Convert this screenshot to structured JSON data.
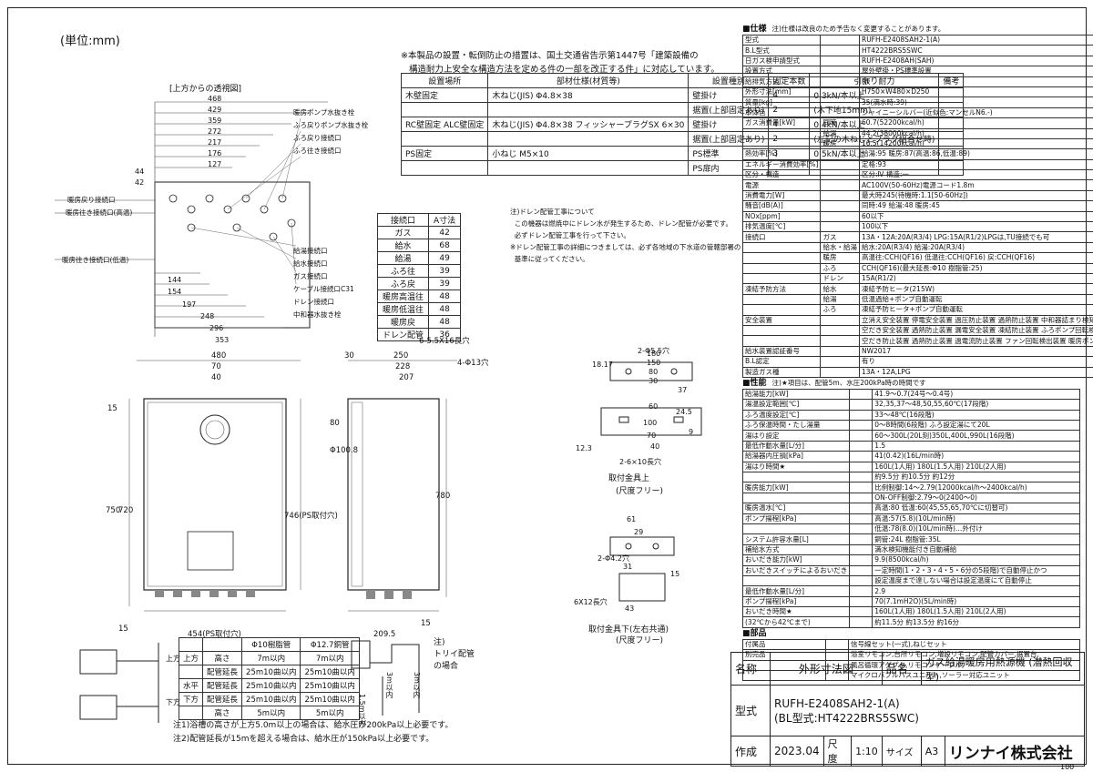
{
  "unit": "(単位:mm)",
  "top_note": "※本製品の設置・転倒防止の措置は、国土交通省告示第1447号「建築設備の\n   構造耐力上安全な構造方法を定める件の一部を改正する件」に対応しています。",
  "fix_table": {
    "headers": [
      "設置場所",
      "部材仕様(材質等)",
      "設置種別",
      "固定本数",
      "引張り耐力",
      "備考"
    ],
    "rows": [
      [
        "木壁固定",
        "木ねじ(JIS) Φ4.8×38",
        "壁掛け",
        "4",
        "0.3kN/本以上",
        ""
      ],
      [
        "",
        "",
        "据置(上部固定あり)",
        "2",
        "(木下地15mm)",
        ""
      ],
      [
        "RC壁固定 ALC壁固定",
        "木ねじ(JIS) Φ4.8×38 フィッシャープラグSX 6×30",
        "壁掛け",
        "4",
        "0.4kN/本以上",
        ""
      ],
      [
        "",
        "",
        "据置(上部固定あり)",
        "2",
        "(左記の木ねじとプラグ組合せ時)",
        ""
      ],
      [
        "PS固定",
        "小ねじ M5×10",
        "PS標準",
        "3",
        "0.5kN/本以上",
        ""
      ],
      [
        "",
        "",
        "PS扉内",
        "",
        "",
        ""
      ]
    ]
  },
  "conn_table": {
    "headers": [
      "接続口",
      "A寸法"
    ],
    "rows": [
      [
        "ガス",
        "42"
      ],
      [
        "給水",
        "68"
      ],
      [
        "給湯",
        "49"
      ],
      [
        "ふろ往",
        "39"
      ],
      [
        "ふろ戻",
        "39"
      ],
      [
        "暖房高温往",
        "48"
      ],
      [
        "暖房低温往",
        "48"
      ],
      [
        "暖房戻",
        "48"
      ],
      [
        "ドレン配管",
        "36"
      ]
    ]
  },
  "drain_note": "注)ドレン配管工事について\n  この機器は燃焼中にドレン水が発生するため、ドレン配管が必要です。\n  必ずドレン配管工事を行って下さい。\n※ドレン配管工事の詳細につきましては、必ず各地域の下水道の管轄部署の\n  基準に従ってください。",
  "top_view": {
    "title": "[上方からの透視図]",
    "left_labels": [
      "暖房戻り接続口",
      "暖房往き接続口(高温)",
      "暖房往き接続口(低温)"
    ],
    "right_labels": [
      "暖房ポンプ水抜き栓",
      "ふろ戻りポンプ水抜き栓",
      "ふろ戻り接続口",
      "ふろ往き接続口",
      "給湯接続口",
      "給水接続口",
      "ガス接続口",
      "ケーブル接続口C31",
      "ドレン接続口",
      "中和器水抜き栓"
    ],
    "top_dims": [
      "468",
      "429",
      "359",
      "272",
      "217",
      "176",
      "127",
      "44",
      "42"
    ],
    "bottom_dims": [
      "144",
      "154",
      "197",
      "248",
      "296",
      "353"
    ]
  },
  "front_view": {
    "dims": [
      "480",
      "70",
      "40",
      "15",
      "750",
      "720",
      "15",
      "454(PS取付穴)",
      "746(PS取付穴)",
      "6-5.5X16長穴"
    ]
  },
  "side_view": {
    "dims": [
      "30",
      "250",
      "228",
      "207",
      "780",
      "Φ100.8",
      "80",
      "15",
      "209.5",
      "4-Φ13穴"
    ]
  },
  "bracket_top": {
    "caption": "取付金具上",
    "sub": "(尺度フリー)",
    "dims": [
      "180",
      "150",
      "80",
      "30",
      "2-Φ5.5穴",
      "60",
      "100",
      "70",
      "40",
      "2-6×10長穴",
      "12.3",
      "18.17",
      "24.5",
      "37",
      "9"
    ]
  },
  "bracket_side": {
    "caption": "取付金具下(左右共通)",
    "sub": "(尺度フリー)",
    "dims": [
      "61",
      "29",
      "2-Φ4.2穴",
      "31",
      "15",
      "6X12長穴",
      "43"
    ]
  },
  "pipe_table": {
    "headers": [
      "",
      "",
      "Φ10樹脂管",
      "Φ12.7銅管"
    ],
    "rows": [
      [
        "上方",
        "高さ",
        "7m以内",
        "7m以内"
      ],
      [
        "",
        "配管延長",
        "25m10曲以内",
        "25m10曲以内"
      ],
      [
        "水平",
        "配管延長",
        "25m10曲以内",
        "25m10曲以内"
      ],
      [
        "下方",
        "配管延長",
        "25m10曲以内",
        "25m10曲以内"
      ],
      [
        "",
        "高さ",
        "5m以内",
        "5m以内"
      ]
    ],
    "side_labels": [
      "上方",
      "下方"
    ],
    "trap_note": "注)\nトリイ配管\nの場合",
    "trap_dims": [
      "1.5m以内",
      "3m以内",
      "3m以内"
    ]
  },
  "pipe_notes": "注1)浴槽の高さが上方5.0m以上の場合は、給水圧が200kPa以上必要です。\n注2)配管延長が15mを超える場合は、給水圧が150kPa以上必要です。",
  "spec": {
    "title": "■仕様",
    "note": "注)仕様は改良のため予告なく変更することがあります。",
    "rows": [
      [
        "型式",
        "",
        "RUFH-E2408SAH2-1(A)"
      ],
      [
        "B.L型式",
        "",
        "HT4222BRS5SWC"
      ],
      [
        "日ガス検申請型式",
        "",
        "RUFH-E2408AH(SAH)"
      ],
      [
        "設置方式",
        "",
        "屋外壁掛・PS標準設置"
      ],
      [
        "給排気方式",
        "",
        "RF"
      ],
      [
        "外形寸法[mm]",
        "",
        "H750×W480×D250"
      ],
      [
        "質量[kg]",
        "",
        "35(満水時:39)"
      ],
      [
        "本体色",
        "",
        "シャイニーシルバー(近似色:マンセルN6.-)"
      ],
      [
        "ガス消費量[kW]",
        "同時",
        "60.7(52200kcal/h)"
      ],
      [
        "",
        "給湯",
        "44.2(38000kcal/h)"
      ],
      [
        "",
        "暖房",
        "16.5(14200kcal/h)"
      ],
      [
        "熱効率[%]",
        "",
        "給湯:95 暖房:87(高温:86,低温:89)"
      ],
      [
        "エネルギー消費効率[%]",
        "",
        "定格:93"
      ],
      [
        "区分・構造",
        "",
        "区分:Ⅳ 構造:一"
      ],
      [
        "電源",
        "",
        "AC100V(50-60Hz)電源コード1.8m"
      ],
      [
        "消費電力[W]",
        "",
        "最大時245(待機時:1.1[50-60Hz])"
      ],
      [
        "騒音[dB(A)]",
        "",
        "同時:49 給湯:48 暖房:45"
      ],
      [
        "NOx[ppm]",
        "",
        "60以下"
      ],
      [
        "排気温度[℃]",
        "",
        "100以下"
      ],
      [
        "接続口",
        "ガス",
        "13A・12A:20A(R3/4) LPG:15A(R1/2)LPGは,TU接続でも可"
      ],
      [
        "",
        "給水・給湯",
        "給水:20A(R3/4) 給湯:20A(R3/4)"
      ],
      [
        "",
        "暖房",
        "高温往:CCH(QF16) 低温往:CCH(QF16) 戻:CCH(QF16)"
      ],
      [
        "",
        "ふろ",
        "CCH(QF16)(最大延長:Φ10 樹脂管:25)"
      ],
      [
        "",
        "ドレン",
        "15A(R1/2)"
      ],
      [
        "凍結予防方法",
        "給水",
        "凍結予防ヒータ(215W)"
      ],
      [
        "",
        "給湯",
        "低温過給+ポンプ自動運転"
      ],
      [
        "",
        "ふろ",
        "凍結予防ヒータ+ポンプ自動運転"
      ],
      [
        "安全装置",
        "",
        "立消え安全装置 停電安全装置 過圧防止装置 過熱防止装置 中和器詰まり検知装置"
      ],
      [
        "",
        "",
        "空だき安全装置 過熱防止装置 漏電安全装置 凍結防止装置 ふろポンプ回転検出装置"
      ],
      [
        "",
        "",
        "空だき防止装置 過熱防止装置 過電流防止装置 ファン回転検出装置 暖房ポンプ回転検出装置"
      ],
      [
        "給水装置認証番号",
        "",
        "NW2017"
      ],
      [
        "B.L認定",
        "",
        "有り"
      ],
      [
        "製造ガス種",
        "",
        "13A・12A,LPG"
      ]
    ],
    "perf_title": "■性能",
    "perf_note": "注)★項目は、配管5m、水圧200kPa時の時間です",
    "perf_rows": [
      [
        "給湯能力[kW]",
        "",
        "41.9〜0.7(24号〜0.4号)"
      ],
      [
        "湯温設定範囲[℃]",
        "",
        "32,35,37〜48,50,55,60℃(17段階)"
      ],
      [
        "ふろ温度設定[℃]",
        "",
        "33〜48℃(16段階)"
      ],
      [
        "ふろ保温時間・たし湯量",
        "",
        "0〜8時間(6段階) ふろ設定湯にて20L"
      ],
      [
        "湯はり設定",
        "",
        "60〜300L(20L刻)350L,400L,990L(16段階)"
      ],
      [
        "最低作動水量[L/分]",
        "",
        "1.5"
      ],
      [
        "給湯器内圧損[kPa]",
        "",
        "41(0.42)(16L/min時)"
      ],
      [
        "湯はり時間★",
        "",
        "160L(1人用) 180L(1.5人用) 210L(2人用)"
      ],
      [
        "",
        "",
        "約9.5分 約10.5分 約12分"
      ],
      [
        "暖房能力[kW]",
        "",
        "比例制御:14〜2.79(12000kcal/h〜2400kcal/h)"
      ],
      [
        "",
        "",
        "ON-OFF制御:2.79〜0(2400〜0)"
      ],
      [
        "暖房温水[℃]",
        "",
        "高温:80 低温:60(45,55,65,70℃に切替可)"
      ],
      [
        "ポンプ揚程[kPa]",
        "",
        "高温:57(5.8)(10L/min時)"
      ],
      [
        "",
        "",
        "低温:78(8.0)(10L/min時)…外付け"
      ],
      [
        "システム許容水量[L]",
        "",
        "銅管:24L 樹脂管:35L"
      ],
      [
        "補給水方式",
        "",
        "満水検知機能付き自動補給"
      ],
      [
        "おいだき能力[kW]",
        "",
        "9.9(8500kcal/h)"
      ],
      [
        "おいだきスイッチによるおいだき",
        "",
        "一定時間(1・2・3・4・5・6分の5段階)で自動停止かつ"
      ],
      [
        "",
        "",
        "設定温度まで達しない場合は設定温度にて自動停止"
      ],
      [
        "最低作動水量[L/分]",
        "",
        "2.9"
      ],
      [
        "ポンプ揚程[kPa]",
        "",
        "70(7.1mH2O)(5L/min時)"
      ],
      [
        "おいだき時間★",
        "",
        "160L(1人用) 180L(1.5人用) 210L(2人用)"
      ],
      [
        "(32℃から42℃まで)",
        "",
        "約11.5分 約13.5分 約16分"
      ]
    ],
    "parts_title": "■部品",
    "parts_rows": [
      [
        "付属品",
        "",
        "信号線セット(一式),ねじセット"
      ],
      [
        "別売品",
        "",
        "浴室リモコン,台所リモコン,増設リモコン,配管カバー,据置台,"
      ],
      [
        "",
        "",
        "風呂循環アダプタ,リモコンケーブル,"
      ],
      [
        "",
        "",
        "マイクロバブルバスユニット,ソーラー対応ユニット"
      ]
    ]
  },
  "title_block": {
    "name_label": "名称",
    "name_value": "外形寸法図",
    "product_label": "品名",
    "product_value": "ガス給湯暖房用熱源機 (潜熱回収型)",
    "model_label": "型式",
    "model_value": "RUFH-E2408SAH2-1(A)",
    "model_bl": "(BL型式:HT4222BRS5SWC)",
    "made_label": "作成",
    "made_value": "2023.04",
    "scale_label": "尺度",
    "scale_value": "1:10",
    "size_label": "サイズ",
    "size_value": "A3",
    "maker": "リンナイ株式会社"
  },
  "page_number": "100"
}
